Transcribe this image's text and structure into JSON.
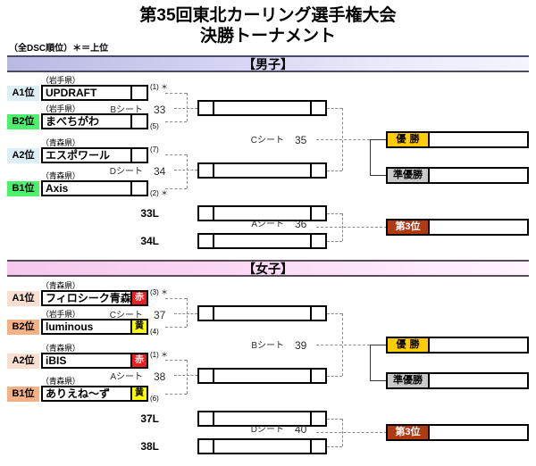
{
  "title": {
    "line1": "第35回東北カーリング選手権大会",
    "line2": "決勝トーナメント"
  },
  "dsc_note": "（全DSC順位）＊＝上位",
  "sections": [
    {
      "id": "men",
      "header": "【男子】",
      "entries": [
        {
          "rank": "A1位",
          "pref": "（岩手県）",
          "team": "UPDRAFT",
          "stone": "",
          "seed": "(1) ＊"
        },
        {
          "rank": "B2位",
          "pref": "（岩手県）",
          "team": "まべちがわ",
          "stone": "",
          "seed": "(5)"
        },
        {
          "rank": "A2位",
          "pref": "（青森県）",
          "team": "エスポワール",
          "stone": "",
          "seed": "(7)"
        },
        {
          "rank": "B1位",
          "pref": "（青森県）",
          "team": "Axis",
          "stone": "",
          "seed": "(2) ＊"
        }
      ],
      "round1": [
        {
          "sheet": "Bシート",
          "num": "33"
        },
        {
          "sheet": "Dシート",
          "num": "34"
        }
      ],
      "semifinal": {
        "sheet": "Cシート",
        "num": "35"
      },
      "consolation": {
        "slots": [
          "33L",
          "34L"
        ],
        "sheet": "Aシート",
        "num": "36"
      },
      "results": [
        {
          "tag": "優勝",
          "style": "gold",
          "team": ""
        },
        {
          "tag": "準優勝",
          "style": "silv",
          "team": ""
        },
        {
          "tag": "第3位",
          "style": "brnz",
          "team": ""
        }
      ]
    },
    {
      "id": "women",
      "header": "【女子】",
      "entries": [
        {
          "rank": "A1位",
          "pref": "（青森県）",
          "team": "フィロシーク青森",
          "stone": "赤",
          "seed": "(3) ＊"
        },
        {
          "rank": "B2位",
          "pref": "（岩手県）",
          "team": "luminous",
          "stone": "黄",
          "seed": "(4)"
        },
        {
          "rank": "A2位",
          "pref": "（青森県）",
          "team": "iBIS",
          "stone": "赤",
          "seed": "(1) ＊"
        },
        {
          "rank": "B1位",
          "pref": "（青森県）",
          "team": "ありえね～ず",
          "stone": "黄",
          "seed": "(6)"
        }
      ],
      "round1": [
        {
          "sheet": "Cシート",
          "num": "37"
        },
        {
          "sheet": "Aシート",
          "num": "38"
        }
      ],
      "semifinal": {
        "sheet": "Bシート",
        "num": "39"
      },
      "consolation": {
        "slots": [
          "37L",
          "38L"
        ],
        "sheet": "Dシート",
        "num": "40"
      },
      "results": [
        {
          "tag": "優勝",
          "style": "gold",
          "team": ""
        },
        {
          "tag": "準優勝",
          "style": "silv",
          "team": ""
        },
        {
          "tag": "第3位",
          "style": "brnz",
          "team": ""
        }
      ]
    }
  ],
  "colors": {
    "gold": "#ffcc00",
    "silver": "#c9c9c9",
    "bronze": "#b03a14",
    "stone_red": "#e8201f",
    "stone_yellow": "#ffff00",
    "men_a_chip": "#ddeef7",
    "men_b_chip": "#4cf06a",
    "women_a_chip": "#fadfd0",
    "women_b_chip": "#f4b183"
  }
}
